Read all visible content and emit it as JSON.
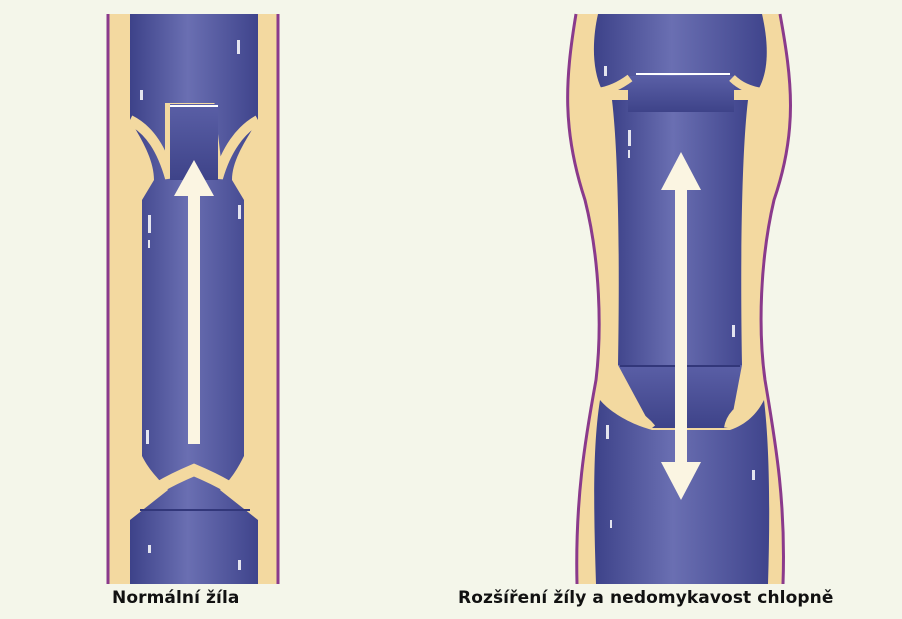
{
  "captions": {
    "normal": "Normální žíla",
    "varicose": "Rozšíření žíly a nedomykavost chlopně"
  },
  "colors": {
    "background": "#f4f6ea",
    "vein_wall": "#f3d9a0",
    "vein_outline": "#8a3a8c",
    "blood": "#4a4f98",
    "blood_light": "#6b70b4",
    "arrow": "#fbf5e2"
  },
  "arrows": {
    "normal": "up",
    "varicose": "bidirectional"
  }
}
